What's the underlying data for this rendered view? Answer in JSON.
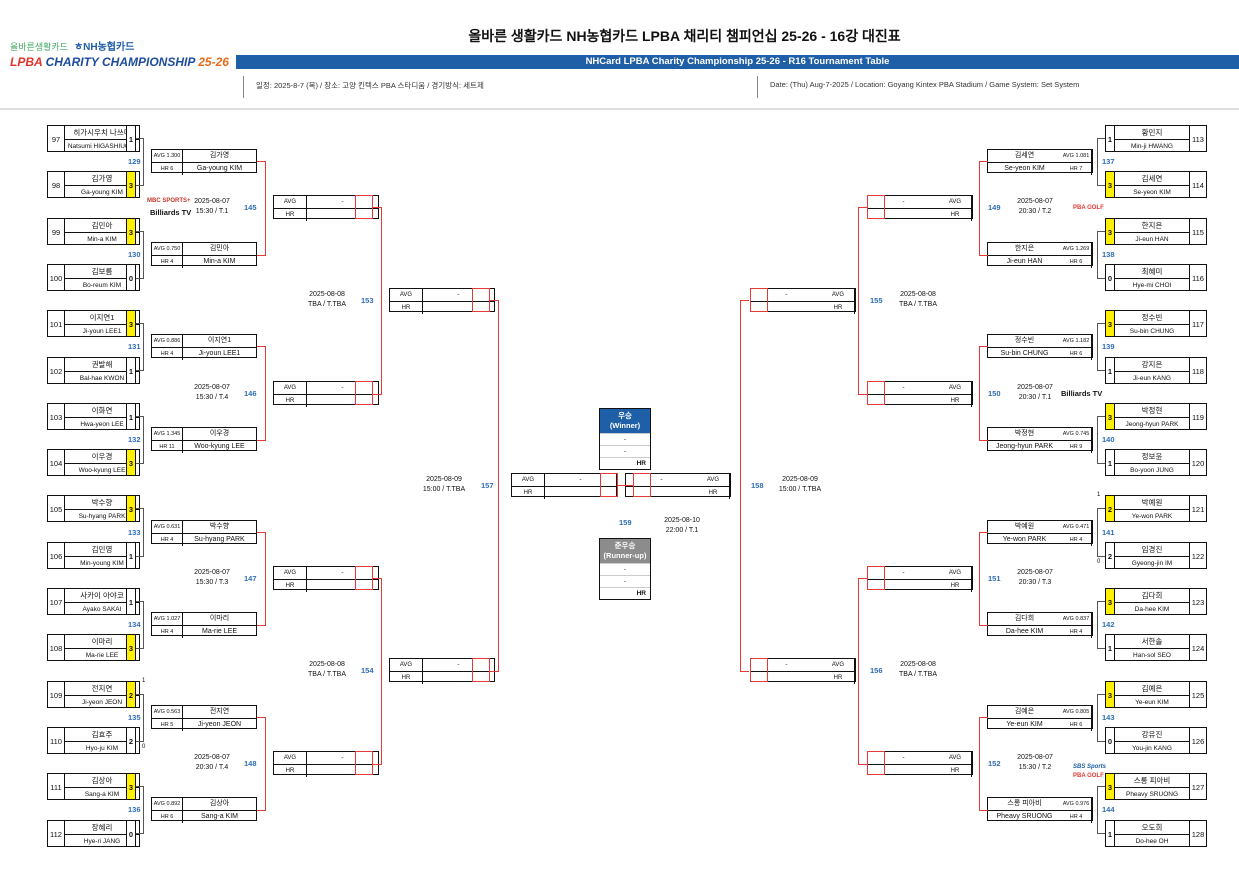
{
  "header": {
    "title": "올바른 생활카드 NH농협카드 LPBA 채리티 챔피언십 25-26 - 16강 대진표",
    "subtitle": "NHCard LPBA Charity Championship 25-26 - R16 Tournament Table",
    "info_kr": "일정: 2025-8-7 (목) / 장소: 고양 킨텍스 PBA 스타디움 / 경기방식: 세트제",
    "info_en": "Date: (Thu) Aug-7-2025 / Location: Goyang Kintex PBA Stadium / Game System: Set System",
    "logo_top_a": "올바른생활카드",
    "logo_top_b": "ㅎNH농협카드",
    "logo_main_a": "LPBA",
    "logo_main_b": " CHARITY CHAMPIONSHIP ",
    "logo_main_c": "25-26"
  },
  "colors": {
    "brand_blue": "#1f5fa7",
    "winner_yellow": "#ffef00",
    "line_red": "#e53935",
    "runner_gray": "#8c8c8c"
  },
  "players": {
    "p97": {
      "seed": "97",
      "kn": "히가시우치 나쓰미",
      "en": "Natsumi HIGASHIUCHI",
      "score": "1"
    },
    "p98": {
      "seed": "98",
      "kn": "김가영",
      "en": "Ga-young KIM",
      "score": "3"
    },
    "p99": {
      "seed": "99",
      "kn": "김민아",
      "en": "Min-a KIM",
      "score": "3"
    },
    "p100": {
      "seed": "100",
      "kn": "김보름",
      "en": "Bo-reum KIM",
      "score": "0"
    },
    "p101": {
      "seed": "101",
      "kn": "이지연1",
      "en": "Ji-youn LEE1",
      "score": "3"
    },
    "p102": {
      "seed": "102",
      "kn": "권발해",
      "en": "Bal-hae KWON",
      "score": "1"
    },
    "p103": {
      "seed": "103",
      "kn": "이화연",
      "en": "Hwa-yeon LEE",
      "score": "1"
    },
    "p104": {
      "seed": "104",
      "kn": "이우경",
      "en": "Woo-kyung LEE",
      "score": "3"
    },
    "p105": {
      "seed": "105",
      "kn": "박수향",
      "en": "Su-hyang PARK",
      "score": "3"
    },
    "p106": {
      "seed": "106",
      "kn": "김민영",
      "en": "Min-young KIM",
      "score": "1"
    },
    "p107": {
      "seed": "107",
      "kn": "사카이 아야코",
      "en": "Ayako SAKAI",
      "score": "1"
    },
    "p108": {
      "seed": "108",
      "kn": "이마리",
      "en": "Ma-rie LEE",
      "score": "3"
    },
    "p109": {
      "seed": "109",
      "kn": "전지연",
      "en": "Ji-yeon JEON",
      "score": "2"
    },
    "p110": {
      "seed": "110",
      "kn": "김효주",
      "en": "Hyo-ju KIM",
      "score": "2"
    },
    "p111": {
      "seed": "111",
      "kn": "김상아",
      "en": "Sang-a KIM",
      "score": "3"
    },
    "p112": {
      "seed": "112",
      "kn": "장혜리",
      "en": "Hye-ri JANG",
      "score": "0"
    },
    "p113": {
      "seed": "113",
      "kn": "황민지",
      "en": "Min-ji HWANG",
      "score": "1"
    },
    "p114": {
      "seed": "114",
      "kn": "김세연",
      "en": "Se-yeon KIM",
      "score": "3"
    },
    "p115": {
      "seed": "115",
      "kn": "한지은",
      "en": "Ji-eun HAN",
      "score": "3"
    },
    "p116": {
      "seed": "116",
      "kn": "최혜미",
      "en": "Hye-mi CHOI",
      "score": "0"
    },
    "p117": {
      "seed": "117",
      "kn": "정수빈",
      "en": "Su-bin CHUNG",
      "score": "3"
    },
    "p118": {
      "seed": "118",
      "kn": "강지은",
      "en": "Ji-eun KANG",
      "score": "1"
    },
    "p119": {
      "seed": "119",
      "kn": "박정현",
      "en": "Jeong-hyun PARK",
      "score": "3"
    },
    "p120": {
      "seed": "120",
      "kn": "정보윤",
      "en": "Bo-yoon JUNG",
      "score": "1"
    },
    "p121": {
      "seed": "121",
      "kn": "박예원",
      "en": "Ye-won PARK",
      "score": "2"
    },
    "p122": {
      "seed": "122",
      "kn": "임경진",
      "en": "Gyeong-jin IM",
      "score": "2"
    },
    "p123": {
      "seed": "123",
      "kn": "김다희",
      "en": "Da-hee KIM",
      "score": "3"
    },
    "p124": {
      "seed": "124",
      "kn": "서한솔",
      "en": "Han-sol SEO",
      "score": "1"
    },
    "p125": {
      "seed": "125",
      "kn": "김예은",
      "en": "Ye-eun KIM",
      "score": "3"
    },
    "p126": {
      "seed": "126",
      "kn": "강유진",
      "en": "You-jin KANG",
      "score": "0"
    },
    "p127": {
      "seed": "127",
      "kn": "스롱 피아비",
      "en": "Pheavy SRUONG",
      "score": "3"
    },
    "p128": {
      "seed": "128",
      "kn": "오도희",
      "en": "Do-hee OH",
      "score": "1"
    }
  },
  "tiebreak": {
    "p109": "1",
    "p110": "0",
    "p121": "1",
    "p122": "0"
  },
  "r16": {
    "m129": {
      "num": "129",
      "avg": "AVG 1.300",
      "hr": "HR 6",
      "kn": "김가영",
      "en": "Ga-young KIM"
    },
    "m130": {
      "num": "130",
      "avg": "AVG 0.750",
      "hr": "HR 4",
      "kn": "김민아",
      "en": "Min-a KIM"
    },
    "m131": {
      "num": "131",
      "avg": "AVG 0.886",
      "hr": "HR 4",
      "kn": "이지연1",
      "en": "Ji-youn LEE1"
    },
    "m132": {
      "num": "132",
      "avg": "AVG 1.345",
      "hr": "HR 11",
      "kn": "이우경",
      "en": "Woo-kyung LEE"
    },
    "m133": {
      "num": "133",
      "avg": "AVG 0.631",
      "hr": "HR 4",
      "kn": "박수향",
      "en": "Su-hyang PARK"
    },
    "m134": {
      "num": "134",
      "avg": "AVG 1.027",
      "hr": "HR 4",
      "kn": "이마리",
      "en": "Ma-rie LEE"
    },
    "m135": {
      "num": "135",
      "avg": "AVG 0.563",
      "hr": "HR 5",
      "kn": "전지연",
      "en": "Ji-yeon JEON"
    },
    "m136": {
      "num": "136",
      "avg": "AVG 0.892",
      "hr": "HR 6",
      "kn": "김상아",
      "en": "Sang-a KIM"
    },
    "m137": {
      "num": "137",
      "avg": "AVG 1.081",
      "hr": "HR 7",
      "kn": "김세연",
      "en": "Se-yeon KIM"
    },
    "m138": {
      "num": "138",
      "avg": "AVG 1.269",
      "hr": "HR 6",
      "kn": "한지은",
      "en": "Ji-eun HAN"
    },
    "m139": {
      "num": "139",
      "avg": "AVG 1.182",
      "hr": "HR 6",
      "kn": "정수빈",
      "en": "Su-bin CHUNG"
    },
    "m140": {
      "num": "140",
      "avg": "AVG 0.745",
      "hr": "HR 9",
      "kn": "박정현",
      "en": "Jeong-hyun PARK"
    },
    "m141": {
      "num": "141",
      "avg": "AVG 0.471",
      "hr": "HR 4",
      "kn": "박예원",
      "en": "Ye-won PARK"
    },
    "m142": {
      "num": "142",
      "avg": "AVG 0.837",
      "hr": "HR 4",
      "kn": "김다희",
      "en": "Da-hee KIM"
    },
    "m143": {
      "num": "143",
      "avg": "AVG 0.805",
      "hr": "HR 6",
      "kn": "김예은",
      "en": "Ye-eun KIM"
    },
    "m144": {
      "num": "144",
      "avg": "AVG 0.976",
      "hr": "HR 4",
      "kn": "스롱 피아비",
      "en": "Pheavy SRUONG"
    }
  },
  "qf": {
    "m145": {
      "num": "145",
      "date": "2025-08-07",
      "time": "15:30 / T.1"
    },
    "m146": {
      "num": "146",
      "date": "2025-08-07",
      "time": "15:30 / T.4"
    },
    "m147": {
      "num": "147",
      "date": "2025-08-07",
      "time": "15:30 / T.3"
    },
    "m148": {
      "num": "148",
      "date": "2025-08-07",
      "time": "20:30 / T.4"
    },
    "m149": {
      "num": "149",
      "date": "2025-08-07",
      "time": "20:30 / T.2"
    },
    "m150": {
      "num": "150",
      "date": "2025-08-07",
      "time": "20:30 / T.1"
    },
    "m151": {
      "num": "151",
      "date": "2025-08-07",
      "time": "20:30 / T.3"
    },
    "m152": {
      "num": "152",
      "date": "2025-08-07",
      "time": "15:30 / T.2"
    },
    "m153": {
      "num": "153",
      "date": "2025-08-08",
      "time": "TBA / T.TBA"
    },
    "m154": {
      "num": "154",
      "date": "2025-08-08",
      "time": "TBA / T.TBA"
    },
    "m155": {
      "num": "155",
      "date": "2025-08-08",
      "time": "TBA / T.TBA"
    },
    "m156": {
      "num": "156",
      "date": "2025-08-08",
      "time": "TBA / T.TBA"
    },
    "m157": {
      "num": "157",
      "date": "2025-08-09",
      "time": "15:00 / T.TBA"
    },
    "m158": {
      "num": "158",
      "date": "2025-08-09",
      "time": "15:00 / T.TBA"
    },
    "m159": {
      "num": "159",
      "date": "2025-08-10",
      "time": "22:00 / T.1"
    }
  },
  "box": {
    "avg": "AVG",
    "hr": "HR",
    "dash": "-"
  },
  "winner": {
    "title": "우승",
    "title_en": "(Winner)",
    "r1": "-",
    "r2": "-",
    "hr": "HR"
  },
  "runner": {
    "title": "준우승",
    "title_en": "(Runner-up)",
    "r1": "-",
    "r2": "-",
    "hr": "HR"
  },
  "sponsors": {
    "mbc": "MBC SPORTS+",
    "billiards": "Billiards TV",
    "pba": "PBA GOLF",
    "sbs": "SBS Sports"
  }
}
